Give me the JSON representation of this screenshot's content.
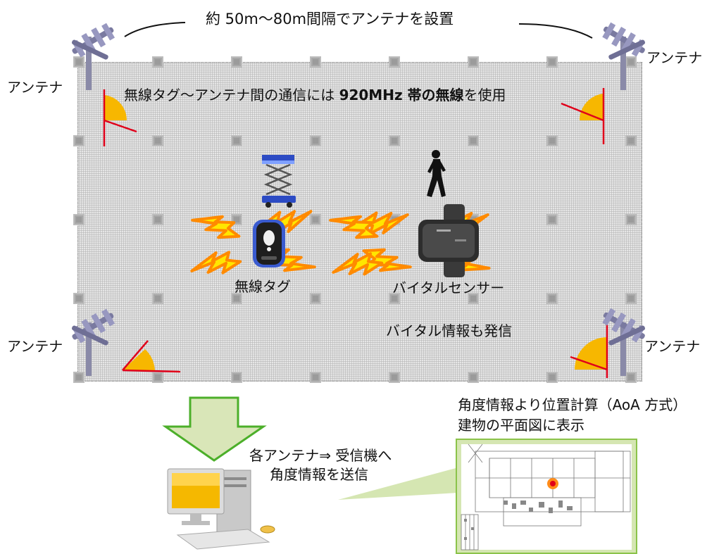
{
  "spacing_caption": "約 50m〜80m間隔でアンテナを設置",
  "antenna_labels": {
    "top_left": "アンテナ",
    "top_right": "アンテナ",
    "bottom_left": "アンテナ",
    "bottom_right": "アンテナ"
  },
  "wireless_caption": {
    "prefix": "無線タグ〜アンテナ間の通信には ",
    "bold": "920MHz 帯の無線",
    "suffix": "を使用"
  },
  "tag_label": "無線タグ",
  "vital_sensor_label": "バイタルセンサー",
  "vital_info_label": "バイタル情報も発信",
  "receiver_caption": {
    "line1": "各アンテナ⇒ 受信機へ",
    "line2": "角度情報を送信"
  },
  "position_caption": {
    "line1": "角度情報より位置計算（AoA 方式）",
    "line2": "建物の平面図に表示"
  },
  "colors": {
    "lightning_fill": "#ffe600",
    "lightning_stroke": "#ff8a00",
    "angle_fill": "#f7b700",
    "angle_line": "#e0001a",
    "arrow_fill": "#d9e6b8",
    "arrow_stroke": "#4caf2a",
    "callout_fill": "#d5e6b2",
    "callout_border": "#8bc34a"
  },
  "icons": {
    "antenna": "antenna-icon",
    "tag": "wireless-tag-icon",
    "sensor": "vital-sensor-icon",
    "person": "walking-person-icon",
    "lift": "scissor-lift-icon",
    "computer": "desktop-computer-icon",
    "floorplan": "floor-plan-icon",
    "target": "location-marker-icon"
  }
}
